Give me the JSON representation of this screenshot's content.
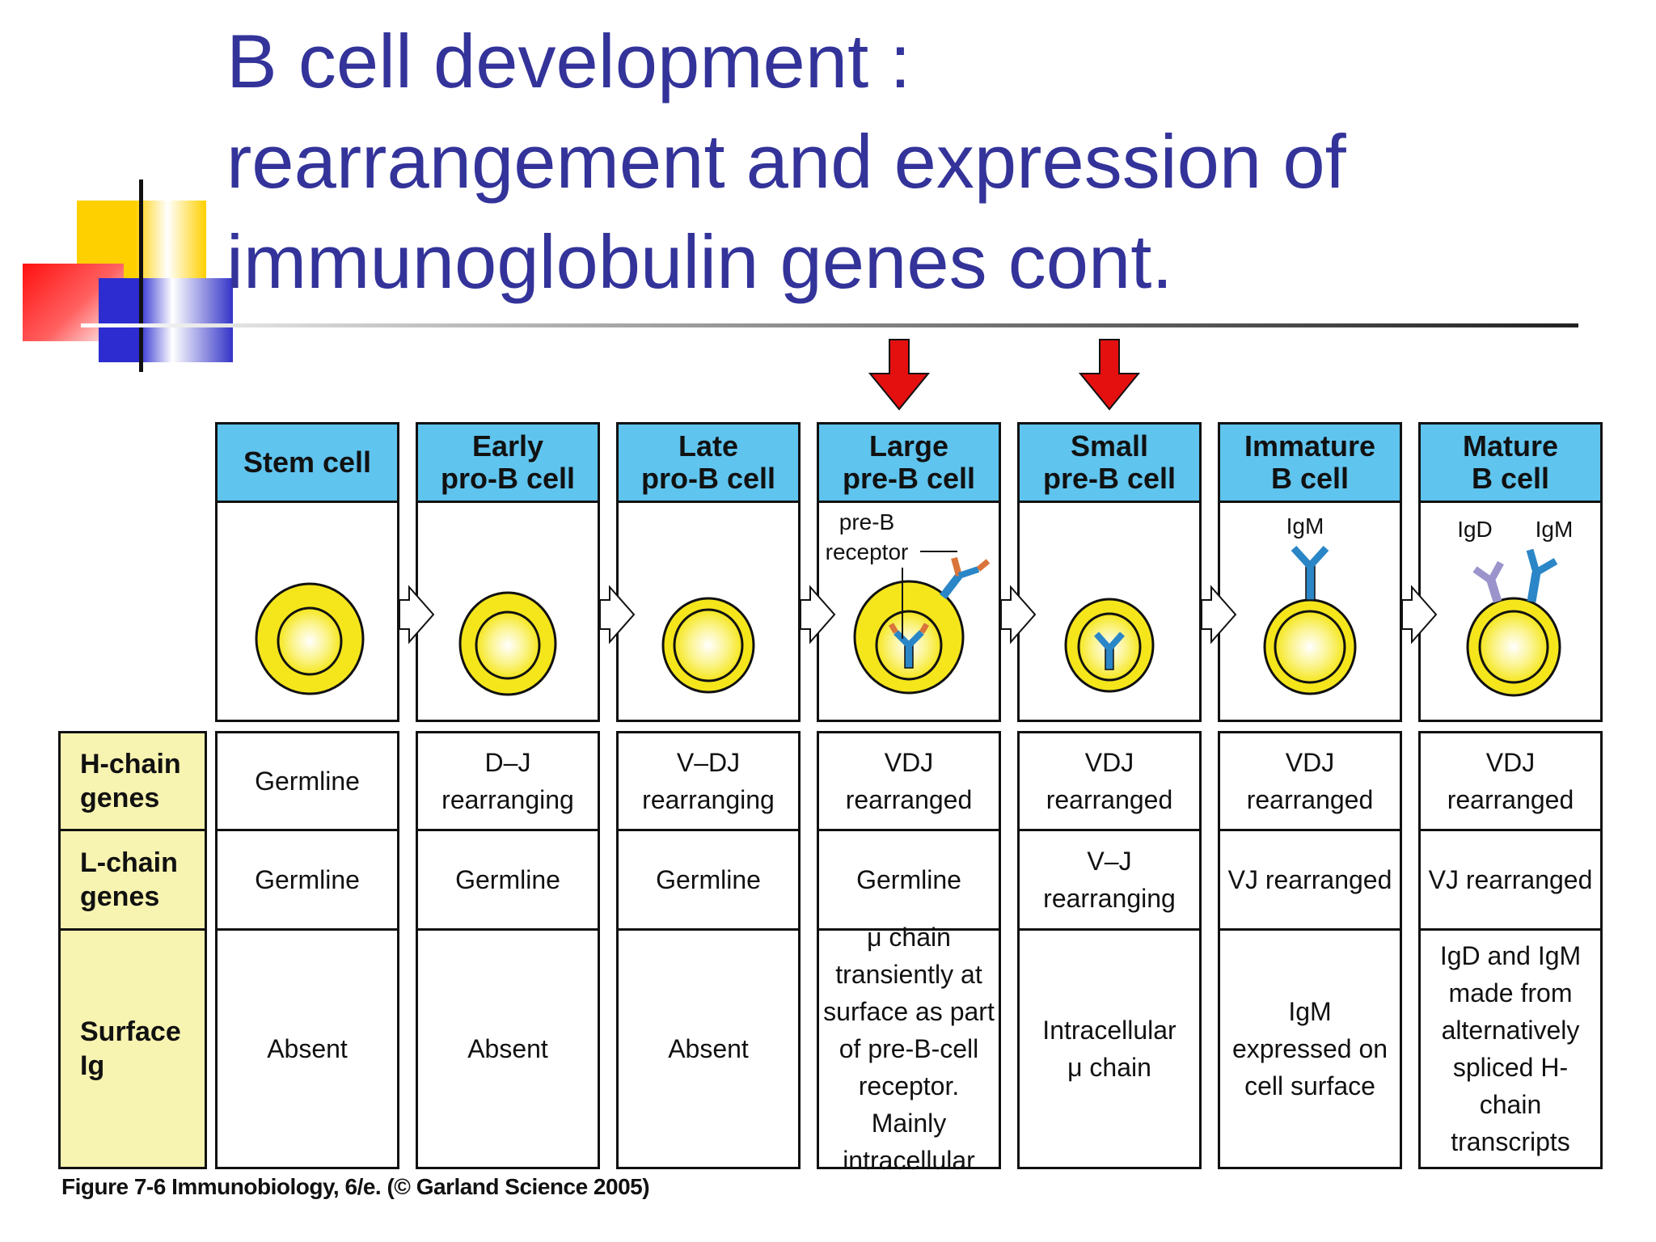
{
  "title": {
    "line1": "B cell development :",
    "line2": "rearrangement and expression of",
    "line3": "immunoglobulin genes cont."
  },
  "stages": [
    {
      "label": "Stem cell"
    },
    {
      "label": "Early\npro-B cell"
    },
    {
      "label": "Late\npro-B cell"
    },
    {
      "label": "Large\npre-B cell",
      "highlighted": true
    },
    {
      "label": "Small\npre-B cell",
      "highlighted": true
    },
    {
      "label": "Immature\nB cell"
    },
    {
      "label": "Mature\nB cell"
    }
  ],
  "cell_labels": {
    "pre_b_receptor": "pre-B",
    "pre_b_receptor_2": "receptor",
    "immature_igm": "IgM",
    "mature_igd": "IgD",
    "mature_igm": "IgM"
  },
  "rows": [
    {
      "label": "H-chain\ngenes",
      "cells": [
        "Germline",
        "D–J\nrearranging",
        "V–DJ\nrearranging",
        "VDJ\nrearranged",
        "VDJ\nrearranged",
        "VDJ\nrearranged",
        "VDJ\nrearranged"
      ]
    },
    {
      "label": "L-chain\ngenes",
      "cells": [
        "Germline",
        "Germline",
        "Germline",
        "Germline",
        "V–J\nrearranging",
        "VJ  rearranged",
        "VJ  rearranged"
      ]
    },
    {
      "label": "Surface\nIg",
      "cells": [
        "Absent",
        "Absent",
        "Absent",
        "μ chain\ntransiently at\nsurface as part\nof pre-B-cell\nreceptor. Mainly\nintracellular",
        "Intracellular\nμ chain",
        "IgM\nexpressed on\ncell surface",
        "IgD and IgM\nmade from\nalternatively\nspliced H-chain\ntranscripts"
      ]
    }
  ],
  "caption": "Figure 7-6  Immunobiology, 6/e. (© Garland Science 2005)",
  "colors": {
    "title": "#33339a",
    "header": "#5fc4ee",
    "row_label_bg": "#f7f3b0",
    "cell_yellow": "#f5e61c",
    "arrow_red": "#e41010",
    "antibody_blue": "#2a86c6",
    "antibody_orange": "#d9743a",
    "igd_lavender": "#9b94cc"
  }
}
